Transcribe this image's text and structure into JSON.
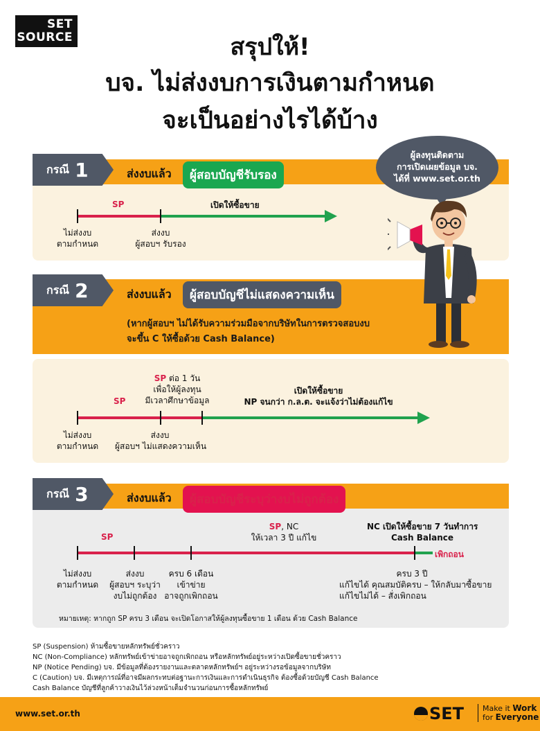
{
  "logo": {
    "line1": "SET",
    "line2": "SOURCE"
  },
  "title": {
    "line1": "สรุปให้!",
    "line2": "บจ. ไม่ส่งงบการเงินตามกำหนด",
    "line3": "จะเป็นอย่างไรได้บ้าง"
  },
  "bubble": {
    "line1": "ผู้ลงทุนติดตาม",
    "line2": "การเปิดเผยข้อมูล บจ.",
    "line3": "ได้ที่ www.set.or.th"
  },
  "cases": [
    {
      "label": "กรณี",
      "number": "1",
      "sent": "ส่งงบแล้ว",
      "auditor": "ผู้สอบบัญชีรับรอง",
      "sp": "SP",
      "open": "เปิดให้ซื้อขาย",
      "l1a": "ไม่ส่งงบ",
      "l1b": "ตามกำหนด",
      "l2a": "ส่งงบ",
      "l2b": "ผู้สอบฯ รับรอง"
    },
    {
      "label": "กรณี",
      "number": "2",
      "sent": "ส่งงบแล้ว",
      "auditor": "ผู้สอบบัญชีไม่แสดงความเห็น",
      "note1": "(หากผู้สอบฯ ไม่ได้รับความร่วมมือจากบริษัทในการตรวจสอบงบ",
      "note2": "จะขึ้น C ให้ซื้อด้วย Cash Balance)",
      "sp": "SP",
      "sp2_a": "SP",
      "sp2_b": " ต่อ 1 วัน",
      "sp2_c": "เพื่อให้ผู้ลงทุน",
      "sp2_d": "มีเวลาศึกษาข้อมูล",
      "open_a": "เปิดให้ซื้อขาย",
      "open_b": "NP จนกว่า ก.ล.ต. จะแจ้งว่าไม่ต้องแก้ไข",
      "l1a": "ไม่ส่งงบ",
      "l1b": "ตามกำหนด",
      "l2a": "ส่งงบ",
      "l2b": "ผู้สอบฯ ไม่แสดงความเห็น"
    },
    {
      "label": "กรณี",
      "number": "3",
      "sent": "ส่งงบแล้ว",
      "auditor": "ผู้สอบบัญชีระบุว่างบไม่ถูกต้อง",
      "sp": "SP",
      "spnc_a": "SP",
      "spnc_b": ", NC",
      "spnc_c": "ให้เวลา 3 ปี แก้ไข",
      "nc_a": "NC เปิดให้ซื้อขาย 7 วันทำการ",
      "nc_b": "Cash Balance",
      "delist": "เพิกถอน",
      "l1a": "ไม่ส่งงบ",
      "l1b": "ตามกำหนด",
      "l2a": "ส่งงบ",
      "l2b": "ผู้สอบฯ ระบุว่า",
      "l2c": "งบไม่ถูกต้อง",
      "l3a": "ครบ 6 เดือน",
      "l3b": "เข้าข่าย",
      "l3c": "อาจถูกเพิกถอน",
      "l4a": "ครบ 3 ปี",
      "l4b": "แก้ไขได้ คุณสมบัติครบ – ให้กลับมาซื้อขาย",
      "l4c": "แก้ไขไม่ได้ – สั่งเพิกถอน",
      "remark": "หมายเหตุ: หากถูก SP ครบ 3 เดือน จะเปิดโอกาสให้ผู้ลงทุนซื้อขาย 1 เดือน ด้วย Cash Balance"
    }
  ],
  "legend": [
    "SP (Suspension) ห้ามซื้อขายหลักทรัพย์ชั่วคราว",
    "NC (Non-Compliance) หลักทรัพย์เข้าข่ายอาจถูกเพิกถอน หรือหลักทรัพย์อยู่ระหว่างเปิดซื้อขายชั่วคราว",
    "NP (Notice Pending) บจ. มีข้อมูลที่ต้องรายงานและตลาดหลักทรัพย์ฯ อยู่ระหว่างรอข้อมูลจากบริษัท",
    "C (Caution) บจ. มีเหตุการณ์ที่อาจมีผลกระทบต่อฐานะการเงินและการดำเนินธุรกิจ ต้องซื้อด้วยบัญชี Cash Balance",
    "Cash Balance บัญชีที่ลูกค้าวางเงินไว้ล่วงหน้าเต็มจำนวนก่อนการซื้อหลักทรัพย์"
  ],
  "footer": {
    "url": "www.set.or.th",
    "brand": "SET",
    "tag1a": "Make it ",
    "tag1b": "Work",
    "tag2a": "for ",
    "tag2b": "Everyone"
  }
}
